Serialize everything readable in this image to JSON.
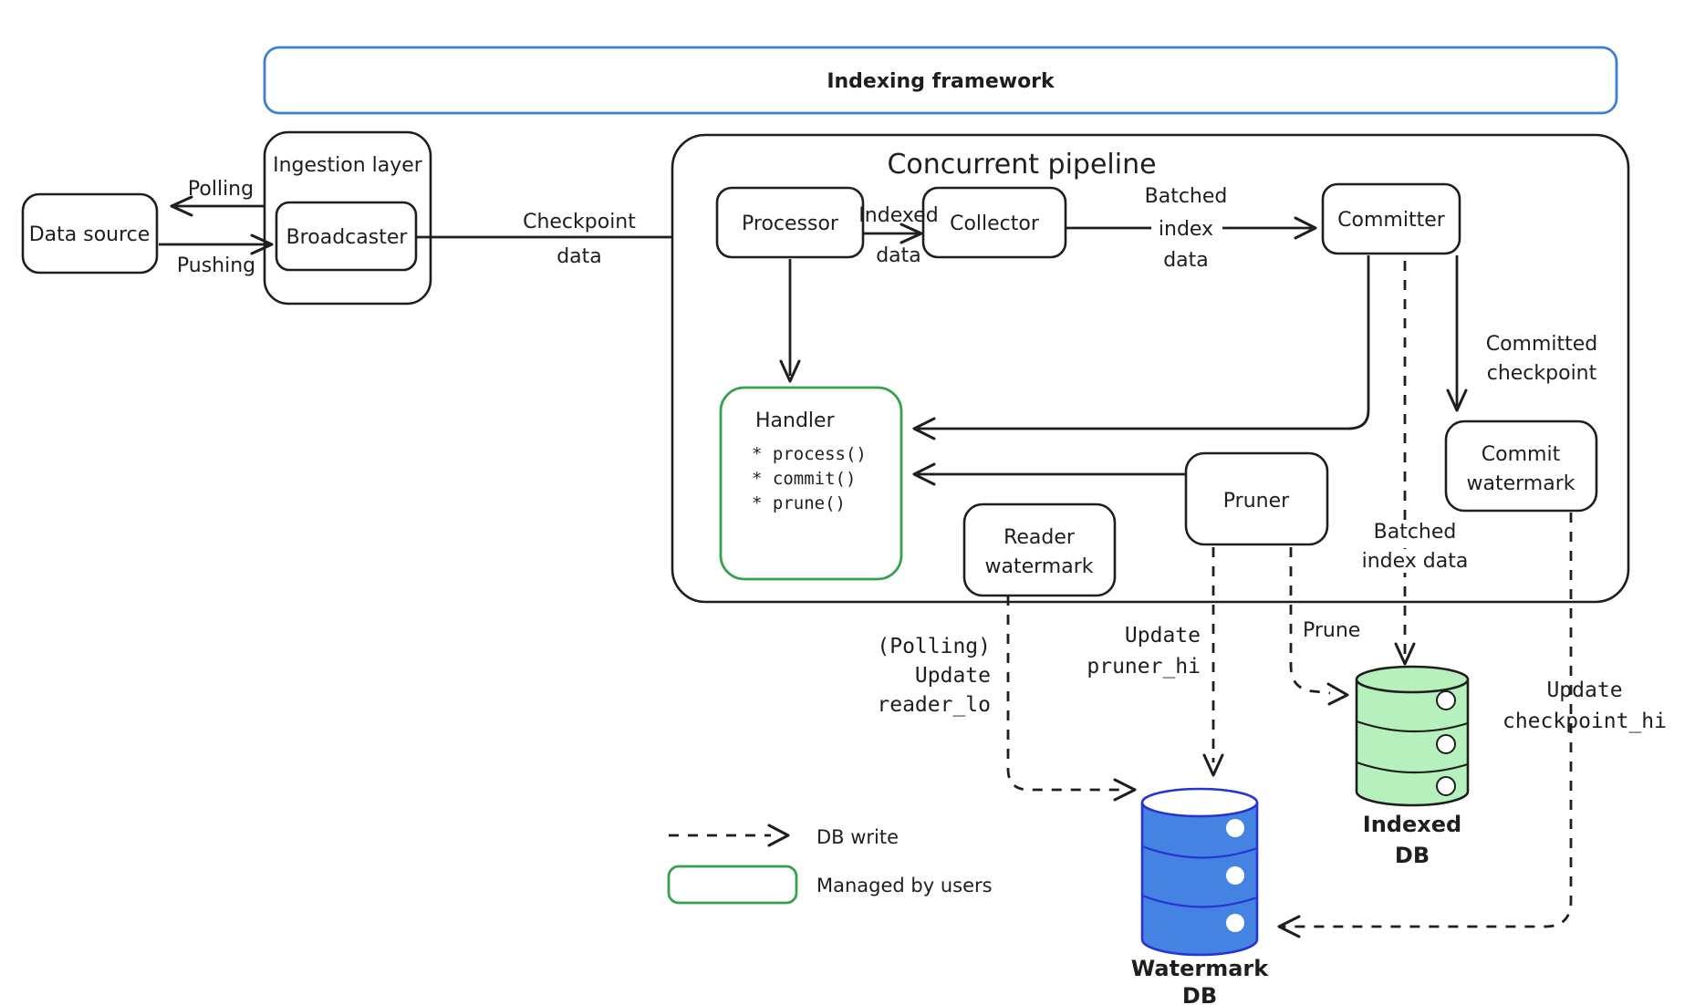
{
  "frame": {
    "title": "Indexing framework"
  },
  "pipeline": {
    "title": "Concurrent pipeline"
  },
  "nodes": {
    "data_source": "Data source",
    "ingestion_layer": "Ingestion layer",
    "broadcaster": "Broadcaster",
    "processor": "Processor",
    "collector": "Collector",
    "committer": "Committer",
    "handler": {
      "title": "Handler",
      "methods": [
        "* process()",
        "* commit()",
        "* prune()"
      ]
    },
    "reader_watermark": [
      "Reader",
      "watermark"
    ],
    "pruner": "Pruner",
    "commit_watermark": [
      "Commit",
      "watermark"
    ]
  },
  "edges": {
    "polling": "Polling",
    "pushing": "Pushing",
    "checkpoint_data": [
      "Checkpoint",
      "data"
    ],
    "indexed_data": [
      "Indexed",
      "data"
    ],
    "batched_index_data_top": [
      "Batched",
      "index",
      "data"
    ],
    "committed_checkpoint": [
      "Committed",
      "checkpoint"
    ],
    "batched_index_data_bottom": [
      "Batched",
      "index data"
    ],
    "prune": "Prune",
    "update_reader_lo": [
      "(Polling)",
      "Update",
      "reader_lo"
    ],
    "update_pruner_hi": [
      "Update",
      "pruner_hi"
    ],
    "update_checkpoint_hi": [
      "Update",
      "checkpoint_hi"
    ]
  },
  "databases": {
    "watermark_db": {
      "label": [
        "Watermark",
        "DB"
      ],
      "fill": "#4583e2",
      "stroke": "#2733d3",
      "text_color": "#3578cf"
    },
    "indexed_db": {
      "label": [
        "Indexed",
        "DB"
      ],
      "fill": "#b5f0bd",
      "stroke": "#1e1e1e",
      "text_color": "#2f9e44"
    }
  },
  "legend": {
    "db_write": "DB write",
    "managed_by_users": "Managed by users"
  },
  "colors": {
    "ink": "#1e1e1e",
    "blue": "#3b7dd8",
    "green": "#35a24b",
    "green_text": "#2f9e44"
  }
}
